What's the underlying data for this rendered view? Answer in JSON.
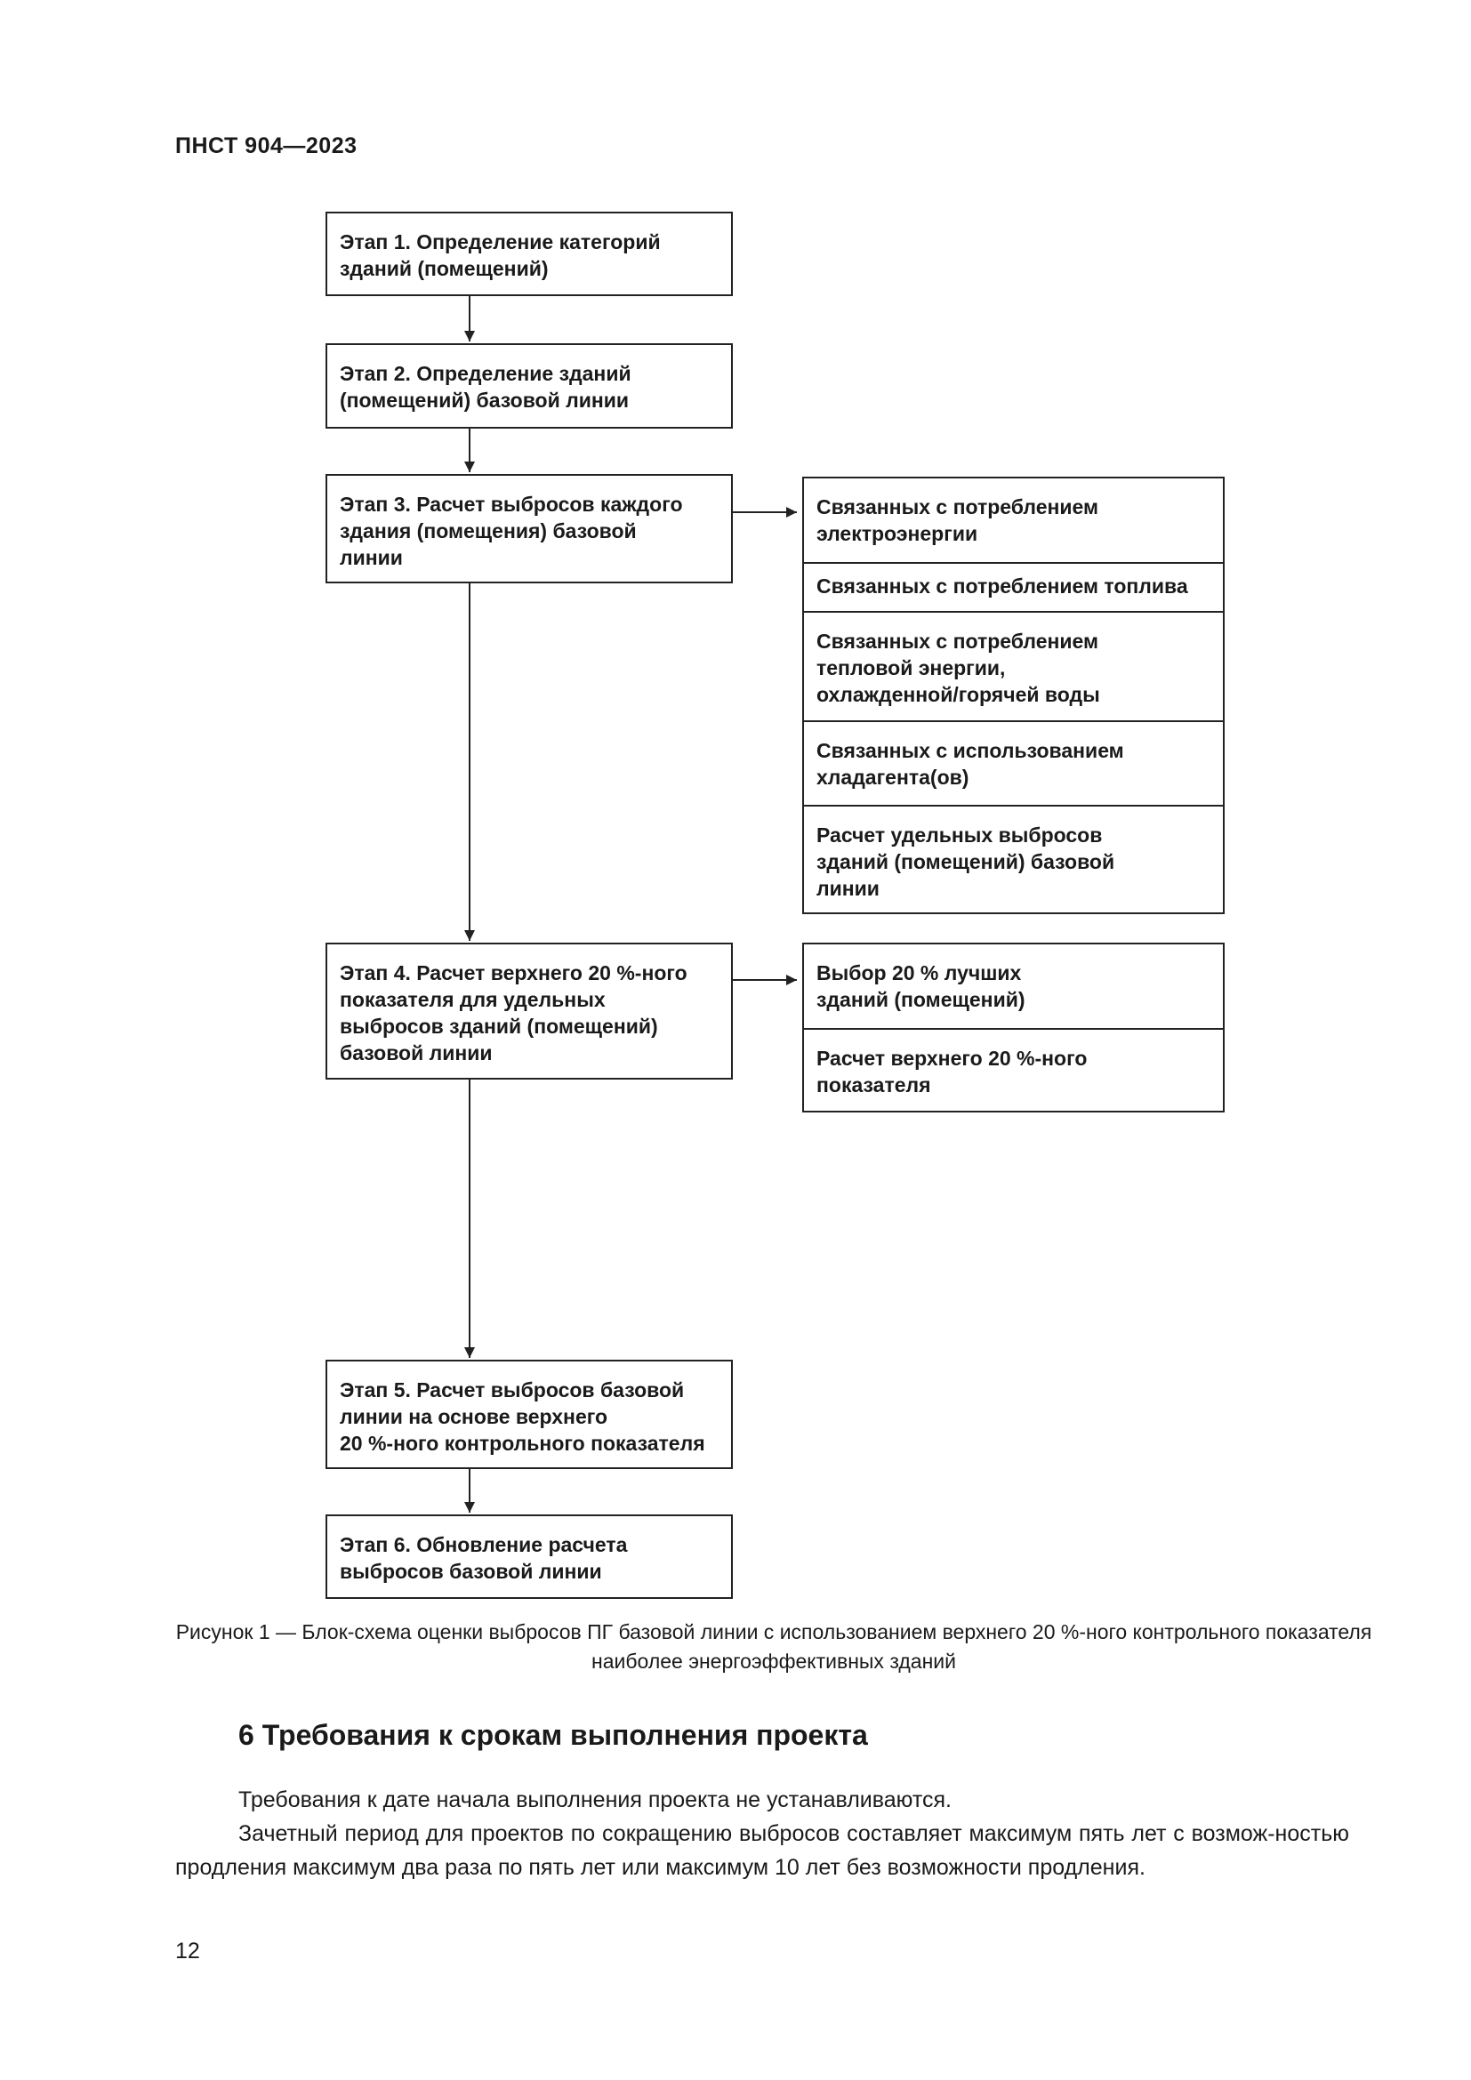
{
  "header": {
    "doc_code": "ПНСТ 904—2023"
  },
  "flowchart": {
    "stages": [
      "Этап 1. Определение категорий\nзданий (помещений)",
      "Этап 2. Определение зданий\n (помещений) базовой линии",
      "Этап 3. Расчет выбросов каждого\nздания (помещения) базовой\nлинии",
      "Этап 4. Расчет верхнего 20 %-ного\nпоказателя для удельных\nвыбросов зданий (помещений)\nбазовой линии",
      "Этап 5. Расчет выбросов базовой\nлинии на основе верхнего\n20 %-ного контрольного показателя",
      "Этап 6. Обновление расчета\nвыбросов базовой линии"
    ],
    "stage3_details": [
      "Связанных с потреблением\nэлектроэнергии",
      "Связанных с потреблением топлива",
      "Связанных с потреблением\nтепловой энергии,\nохлажденной/горячей воды",
      "Связанных с использованием\nхладагента(ов)",
      "Расчет удельных выбросов\nзданий (помещений) базовой\nлинии"
    ],
    "stage4_details": [
      "Выбор  20 %  лучших\nзданий (помещений)",
      "Расчет верхнего 20 %-ного\nпоказателя"
    ]
  },
  "figure": {
    "caption": "Рисунок 1 — Блок-схема оценки выбросов ПГ базовой линии с использованием верхнего 20 %-ного контрольного показателя наиболее энергоэффективных зданий"
  },
  "section": {
    "heading": "6  Требования к срокам выполнения проекта",
    "paragraphs": [
      "Требования к дате начала выполнения проекта не устанавливаются.",
      "Зачетный период для проектов по сокращению выбросов составляет максимум пять лет с возмож-ностью продления максимум два раза по пять лет или максимум 10 лет без возможности продления."
    ]
  },
  "footer": {
    "page_number": "12"
  }
}
